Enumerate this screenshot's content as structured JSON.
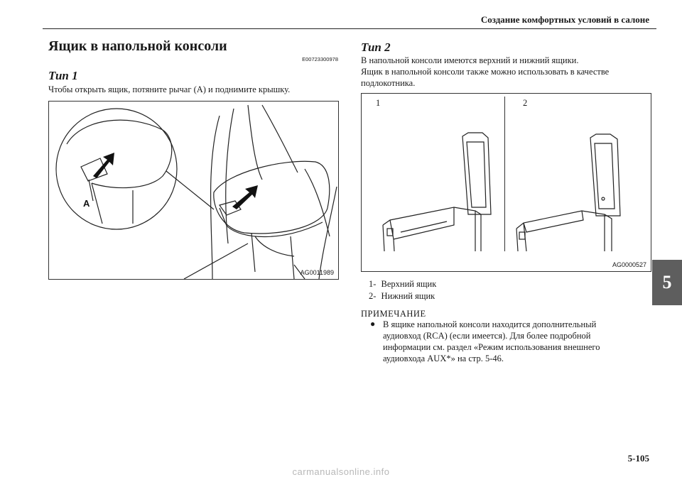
{
  "header": {
    "title": "Создание комфортных условий в салоне"
  },
  "section": {
    "title": "Ящик в напольной консоли",
    "code": "E00723300978"
  },
  "type1": {
    "heading": "Тип 1",
    "text": "Чтобы открыть ящик, потяните рычаг (A) и поднимите крышку.",
    "figure": {
      "code": "AG0011989",
      "label_a": "A"
    }
  },
  "type2": {
    "heading": "Тип 2",
    "line1": "В напольной консоли имеются верхний и нижний ящики.",
    "line2": "Ящик в напольной консоли также можно использовать в качестве",
    "line3": "подлокотника.",
    "figure": {
      "code": "AG0000527",
      "label1": "1",
      "label2": "2"
    },
    "legend": [
      {
        "num": "1-",
        "text": "Верхний ящик"
      },
      {
        "num": "2-",
        "text": "Нижний ящик"
      }
    ]
  },
  "note": {
    "title": "ПРИМЕЧАНИЕ",
    "bullet": "●",
    "lines": [
      "В ящике напольной консоли находится дополнительный",
      "аудиовход (RCA) (если имеется). Для более подробной",
      "информации см. раздел «Режим использования внешнего",
      "аудиовхода AUX*» на стр. 5-46."
    ]
  },
  "side_tab": "5",
  "page_number": "5-105",
  "watermark": "carmanualsonline.info"
}
